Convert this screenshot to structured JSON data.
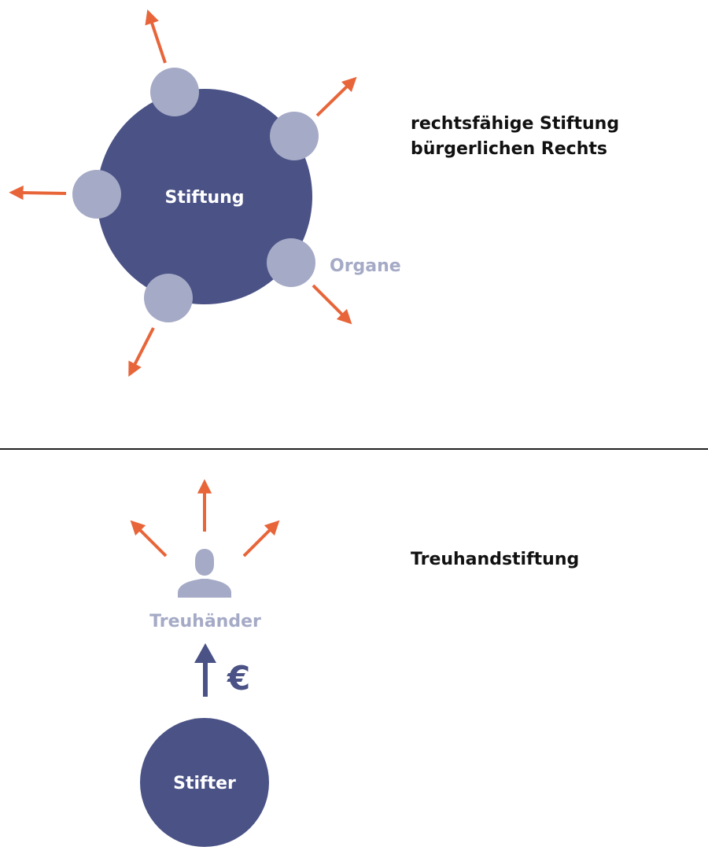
{
  "colors": {
    "navy": "#4a5286",
    "light_purple": "#a5aac6",
    "orange": "#e8653a",
    "divider": "#222222",
    "heading_text": "#111111",
    "label_white": "#ffffff"
  },
  "sections": {
    "top": {
      "heading_line1": "rechtsfähige Stiftung",
      "heading_line2": "bürgerlichen Rechts",
      "center_label": "Stiftung",
      "organ_label": "Organe"
    },
    "bottom": {
      "heading": "Treuhandstiftung",
      "trustee_label": "Treuhänder",
      "currency_symbol": "€",
      "founder_label": "Stifter"
    }
  },
  "icons": [
    "arrow-icon",
    "person-icon",
    "euro-icon"
  ]
}
